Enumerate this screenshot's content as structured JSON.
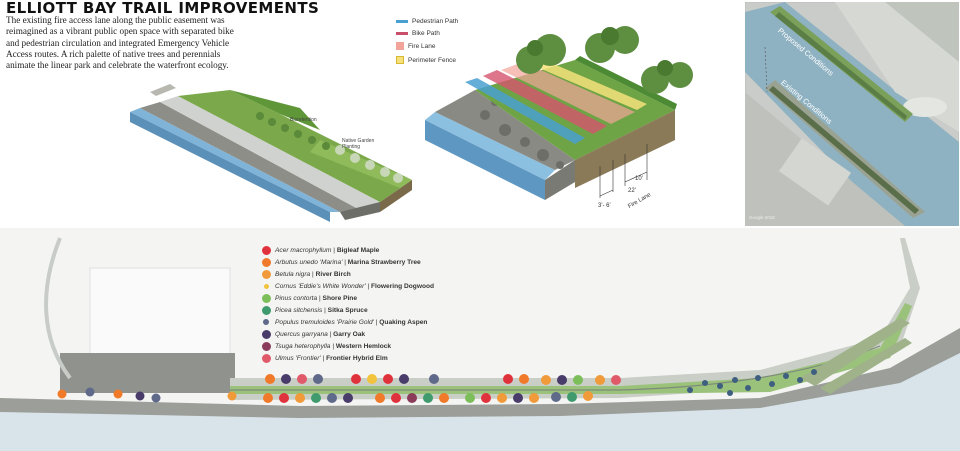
{
  "header": {
    "title": "ELLIOTT BAY TRAIL IMPROVEMENTS",
    "intro": "The existing fire access lane along the public easement was reimagined as a vibrant public open space with separated bike and pedestrian circulation and integrated Emergency Vehicle Access routes. A rich palette of native trees and perennials animate the linear park and celebrate the waterfront ecology."
  },
  "path_legend": [
    {
      "label": "Pedestrian Path",
      "color": "#4aa0d0"
    },
    {
      "label": "Bike Path",
      "color": "#c9506a"
    },
    {
      "label": "Fire Lane",
      "color": "#f2a49a"
    },
    {
      "label": "Perimeter Fence",
      "color": "#f5e27a"
    }
  ],
  "section_labels": {
    "left_note_1": "Bioretention",
    "left_note_2": "Native Garden Planting",
    "dim_1": "3'- 6'",
    "dim_2": "10'",
    "dim_3": "22'",
    "fire_lane": "Fire Lane"
  },
  "map_labels": {
    "proposed": "Proposed Conditions",
    "existing": "Existing Conditions",
    "credit": "Google 2018"
  },
  "tree_legend": [
    {
      "latin": "Acer macrophyllum",
      "common": "Bigleaf Maple",
      "color": "#e0323c"
    },
    {
      "latin": "Arbutus unedo 'Marina'",
      "common": "Marina Strawberry Tree",
      "color": "#f07a2a"
    },
    {
      "latin": "Betula nigra",
      "common": "River Birch",
      "color": "#f09a3a"
    },
    {
      "latin": "Cornus 'Eddie's White Wonder'",
      "common": "Flowering Dogwood",
      "color": "#f2c33c"
    },
    {
      "latin": "Pinus contorta",
      "common": "Shore Pine",
      "color": "#7cbf5a"
    },
    {
      "latin": "Picea sitchensis",
      "common": "Sitka Spruce",
      "color": "#3f9a6e"
    },
    {
      "latin": "Populus tremuloides 'Prairie Gold'",
      "common": "Quaking Aspen",
      "color": "#5f6a8a"
    },
    {
      "latin": "Quercus garryana",
      "common": "Garry Oak",
      "color": "#4a3c6a"
    },
    {
      "latin": "Tsuga heterophylla",
      "common": "Western Hemlock",
      "color": "#8a3c5a"
    },
    {
      "latin": "Ulmus 'Frontier'",
      "common": "Frontier Hybrid Elm",
      "color": "#e05a6a"
    }
  ],
  "colors": {
    "water": "#6aa6cf",
    "grass": "#6fa646",
    "grass_dark": "#4d8a34",
    "rock": "#9a9a95",
    "pavement": "#d8d8d8"
  }
}
